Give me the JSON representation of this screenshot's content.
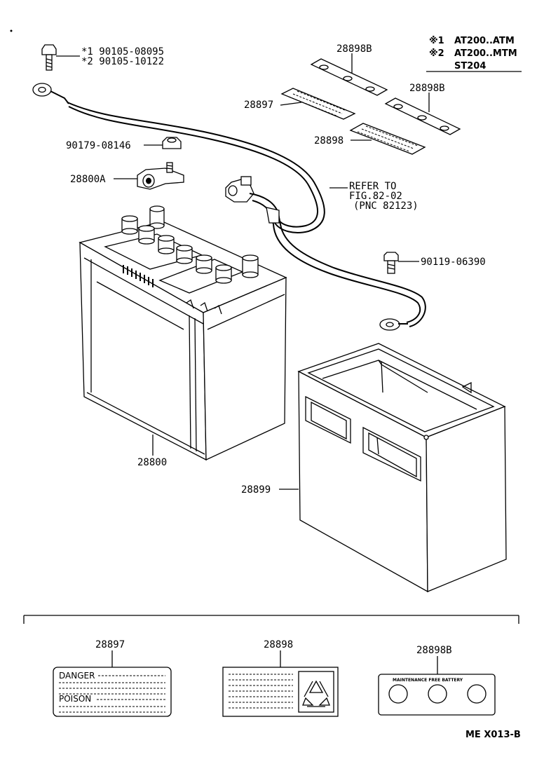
{
  "legend": {
    "line1_mark": "※1",
    "line1_text": "AT200..ATM",
    "line2_mark": "※2",
    "line2_text": "AT200..MTM",
    "line3_text": "ST204"
  },
  "callouts": {
    "bolt_1": "*1 90105-08095",
    "bolt_2": "*2 90105-10122",
    "nut": "90179-08146",
    "clamp": "28800A",
    "plate_a": "28898B",
    "plate_b": "28898B",
    "label_28897": "28897",
    "label_28898": "28898",
    "refer_1": "REFER TO",
    "refer_2": "FIG.82-02",
    "refer_3": "(PNC 82123)",
    "bolt_tray": "90119-06390",
    "battery": "28800",
    "tray": "28899"
  },
  "detail": {
    "part_28897": "28897",
    "part_28898": "28898",
    "part_28898b": "28898B",
    "danger_text": "DANGER",
    "poison_text": "POISON",
    "mf_text": "MAINTENANCE FREE BATTERY",
    "recycle_icon": "recycle-icon"
  },
  "footer": {
    "code": "ME X013-B"
  }
}
